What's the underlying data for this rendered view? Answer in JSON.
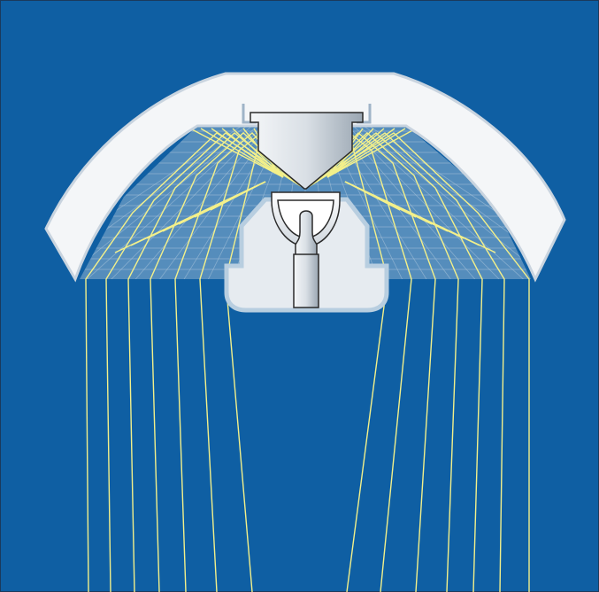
{
  "diagram": {
    "colors": {
      "background": "#0F5FA3",
      "frame": "#1A3A5C",
      "reflector": "#F4F6F8",
      "reflector_edge": "#C9D4DF",
      "glass": "#8FB3D1",
      "grid": "#B8CEE0",
      "lamp_base": "#E6EBF0",
      "lamp_base_edge": "#9FB4C8",
      "metal": "#D7DDE3",
      "metal_edge": "#2B2B2B",
      "ray": "#F3F08A"
    },
    "components": [
      {
        "name": "reflector-dome"
      },
      {
        "name": "glass-grid-panel"
      },
      {
        "name": "prism-cone"
      },
      {
        "name": "lamp-housing"
      },
      {
        "name": "bulb-reflector-cup"
      },
      {
        "name": "bulb-filament"
      },
      {
        "name": "bulb-socket"
      }
    ]
  }
}
